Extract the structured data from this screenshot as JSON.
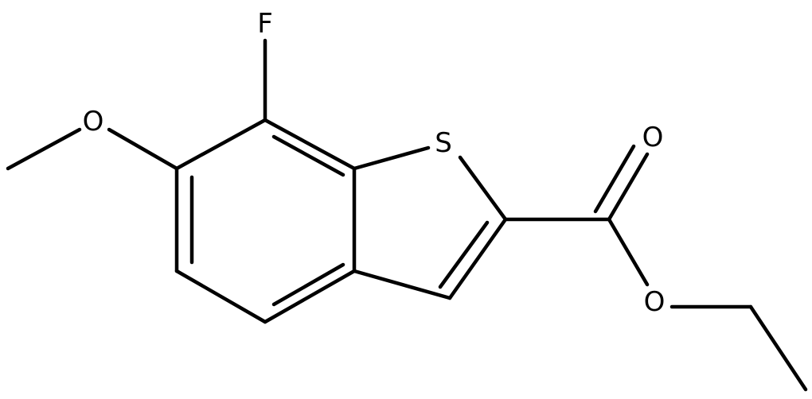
{
  "molecule": {
    "atoms": {
      "fluorine": "F",
      "sulfur": "S",
      "methoxy_oxygen": "O",
      "carbonyl_oxygen": "O",
      "ester_oxygen": "O"
    },
    "colors": {
      "bond": "#000000",
      "label": "#000000",
      "background": "#ffffff"
    }
  }
}
